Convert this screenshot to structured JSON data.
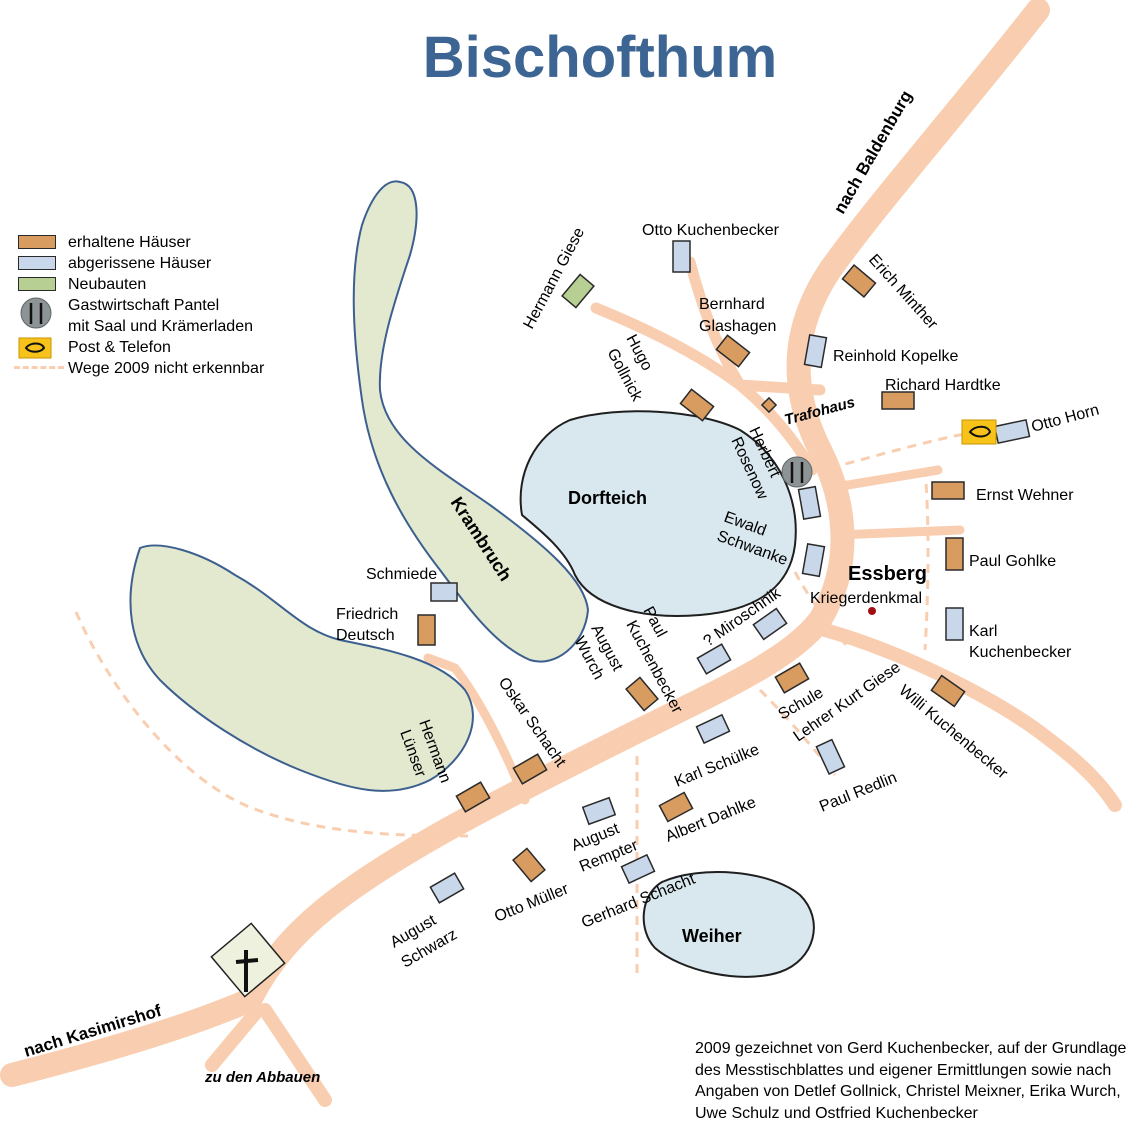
{
  "title": "Bischofthum",
  "legend": {
    "kept_houses": "erhaltene Häuser",
    "demolished_houses": "abgerissene Häuser",
    "new_buildings": "Neubauten",
    "inn_line1": "Gastwirtschaft  Pantel",
    "inn_line2": "mit Saal und Krämerladen",
    "post": "Post & Telefon",
    "paths": "Wege 2009 nicht erkennbar"
  },
  "colors": {
    "kept": "#d89b60",
    "demolished": "#c8d7ea",
    "new": "#b7cf93",
    "road": "#f9ceb0",
    "water": "#d9e8ef",
    "green_area": "#e2e9cf",
    "title": "#3d6593"
  },
  "roads": {
    "to_baldenburg": "nach Baldenburg",
    "to_kasimirshof": "nach Kasimirshof",
    "to_abbauen": "zu den Abbauen"
  },
  "areas": {
    "dorfteich": "Dorfteich",
    "krambruch": "Krambruch",
    "weiher": "Weiher",
    "essberg": "Essberg"
  },
  "places": {
    "trafohaus": "Trafohaus",
    "kriegerdenkmal": "Kriegerdenkmal",
    "schmiede": "Schmiede",
    "schule": "Schule"
  },
  "houses": {
    "otto_kuchenbecker": "Otto Kuchenbecker",
    "hermann_giese": "Hermann Giese",
    "bernhard_glashagen_1": "Bernhard",
    "bernhard_glashagen_2": "Glashagen",
    "erich_minther": "Erich Minther",
    "reinhold_kopelke": "Reinhold Kopelke",
    "hugo_gollnick_1": "Hugo",
    "hugo_gollnick_2": "Gollnick",
    "richard_hardtke": "Richard Hardtke",
    "otto_horn": "Otto Horn",
    "herbert_rosenow_1": "Herbert",
    "herbert_rosenow_2": "Rosenow",
    "ernst_wehner": "Ernst Wehner",
    "ewald_schwanke_1": "Ewald",
    "ewald_schwanke_2": "Schwanke",
    "paul_gohlke": "Paul Gohlke",
    "karl_kuchenbecker_1": "Karl",
    "karl_kuchenbecker_2": "Kuchenbecker",
    "miroschnik": "? Miroschnik",
    "friedrich_deutsch_1": "Friedrich",
    "friedrich_deutsch_2": "Deutsch",
    "paul_kuchenbecker_1": "Paul",
    "paul_kuchenbecker_2": "Kuchenbecker",
    "august_wurch_1": "August",
    "august_wurch_2": "Wurch",
    "lehrer_kurt_giese": "Lehrer Kurt Giese",
    "willi_kuchenbecker": "Willi Kuchenbecker",
    "oskar_schacht": "Oskar Schacht",
    "karl_schuelke": "Karl Schülke",
    "paul_redlin": "Paul Redlin",
    "hermann_luenser_1": "Hermann",
    "hermann_luenser_2": "Lünser",
    "albert_dahlke": "Albert Dahlke",
    "august_rempter_1": "August",
    "august_rempter_2": "Rempter",
    "otto_mueller": "Otto Müller",
    "gerhard_schacht": "Gerhard Schacht",
    "august_schwarz_1": "August",
    "august_schwarz_2": "Schwarz"
  },
  "credits": "2009 gezeichnet von Gerd Kuchenbecker, auf der Grundlage des Messtischblattes und eigener Ermittlungen sowie nach Angaben von Detlef Gollnick, Christel Meixner, Erika Wurch, Uwe Schulz und Ostfried Kuchenbecker"
}
